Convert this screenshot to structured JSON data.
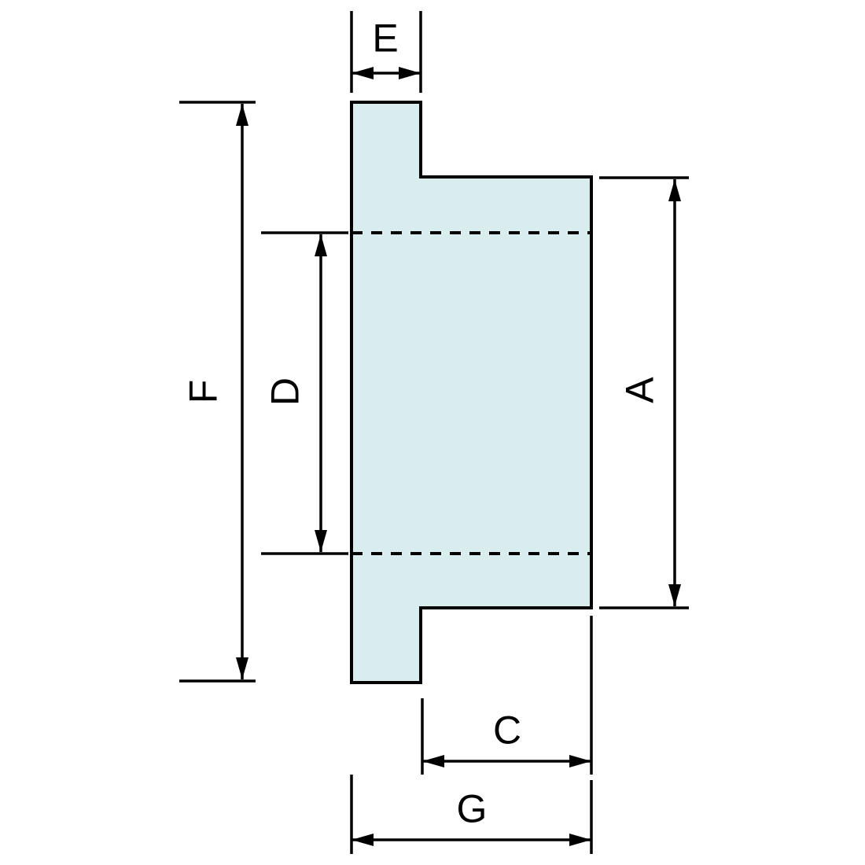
{
  "colors": {
    "part_fill": "#d9edee",
    "line": "#000000",
    "background": "#ffffff"
  },
  "labels": {
    "flange_thickness": "E",
    "flange_height": "F",
    "bore_span": "D",
    "body_height": "A",
    "body_length": "C",
    "overall_length": "G"
  }
}
